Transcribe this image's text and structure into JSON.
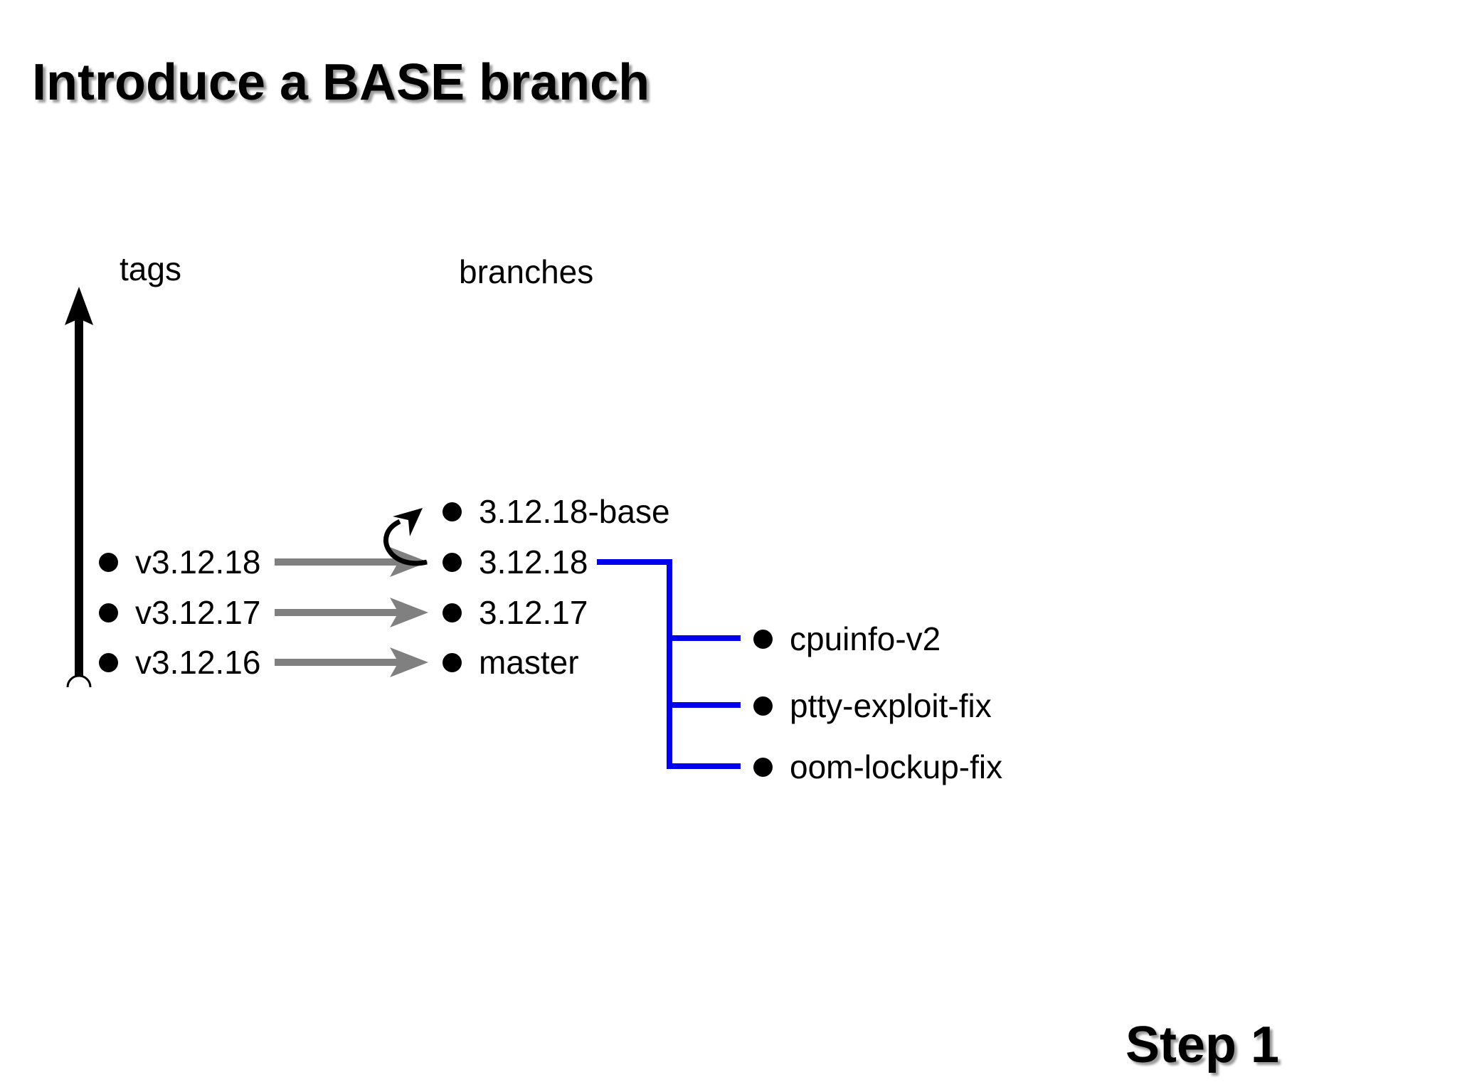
{
  "slide": {
    "title": "Introduce a BASE branch",
    "step_label": "Step 1"
  },
  "headers": {
    "tags": "tags",
    "branches": "branches"
  },
  "tags": [
    "v3.12.18",
    "v3.12.17",
    "v3.12.16"
  ],
  "branches": [
    "3.12.18-base",
    "3.12.18",
    "3.12.17",
    "master"
  ],
  "feature_branches": [
    "cpuinfo-v2",
    "ptty-exploit-fix",
    "oom-lockup-fix"
  ],
  "icons": {
    "timeline_arrow": "upward-history-arrow",
    "tag_arrows": "gray-right-arrow",
    "rebase_arrow": "curved-up-arrow",
    "commit_marker": "filled-dot"
  },
  "colors": {
    "tree_blue": "#0000EE",
    "arrow_gray": "#808080",
    "ink": "#000000"
  }
}
